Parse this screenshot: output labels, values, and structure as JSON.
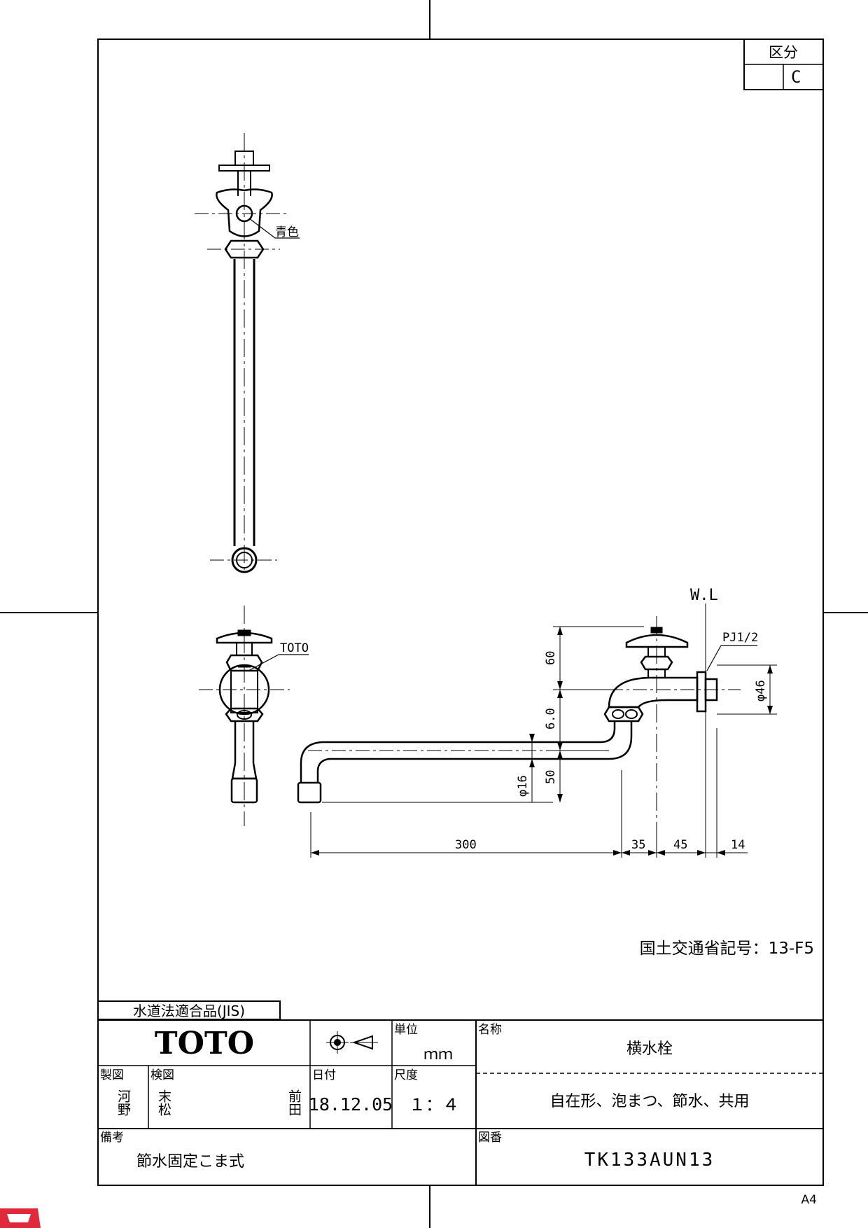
{
  "classification": {
    "header": "区分",
    "value": "C"
  },
  "labels": {
    "handle_color": "青色",
    "brand_mark": "TOTO",
    "waterline": "W.L",
    "thread": "PJ1/2",
    "dia_body": "φ46",
    "dia_spout": "φ16",
    "mlit_code": "国土交通省記号：13-F5"
  },
  "dimensions": {
    "h60_top": "60",
    "h60_mid": "6.0",
    "h50": "50",
    "w300": "300",
    "w35": "35",
    "w45": "45",
    "w14": "14"
  },
  "title_block": {
    "jis_label": "水道法適合品(JIS)",
    "logo": "TOTO",
    "unit_header": "単位",
    "unit_value": "ｍｍ",
    "name_header": "名称",
    "product_name": "横水栓",
    "features": "自在形、泡まつ、節水、共用",
    "drawn_header": "製図",
    "drawn_by": "河野",
    "checked_header": "検図",
    "checked_by_1": "末松",
    "checked_by_2": "前田",
    "date_header": "日付",
    "date_value": "18.12.05",
    "scale_header": "尺度",
    "scale_value": "１：４",
    "remarks_header": "備考",
    "remarks_value": "節水固定こま式",
    "drawing_no_header": "図番",
    "drawing_no": "TK133AUN13"
  },
  "paper_size": "A4"
}
